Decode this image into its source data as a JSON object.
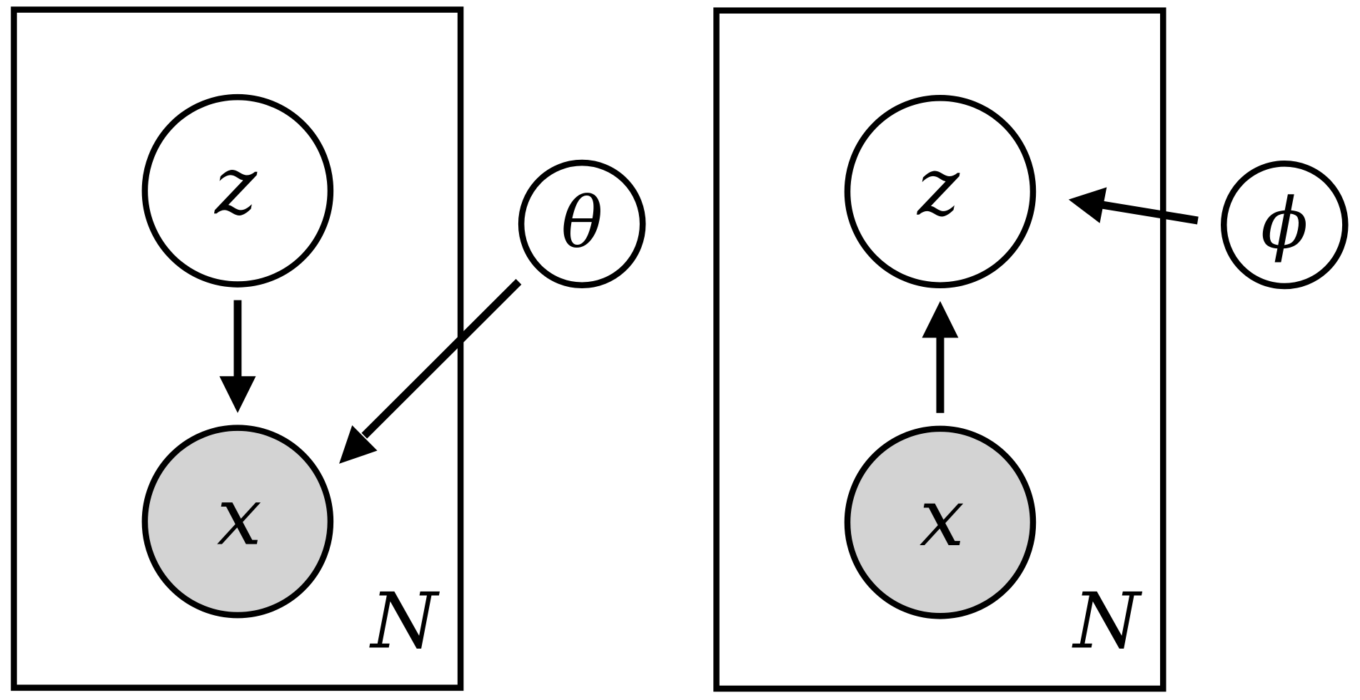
{
  "colors": {
    "stroke": "#000000",
    "observed_fill": "#d3d3d3",
    "latent_fill": "#ffffff",
    "background": "#ffffff"
  },
  "left_model": {
    "plate_label": "N",
    "latent_label": "z",
    "observed_label": "x",
    "parameter_label": "θ",
    "edges": [
      {
        "from": "z",
        "to": "x"
      },
      {
        "from": "θ",
        "to": "x"
      }
    ]
  },
  "right_model": {
    "plate_label": "N",
    "latent_label": "z",
    "observed_label": "x",
    "parameter_label": "ϕ",
    "edges": [
      {
        "from": "x",
        "to": "z"
      },
      {
        "from": "ϕ",
        "to": "z"
      }
    ]
  }
}
